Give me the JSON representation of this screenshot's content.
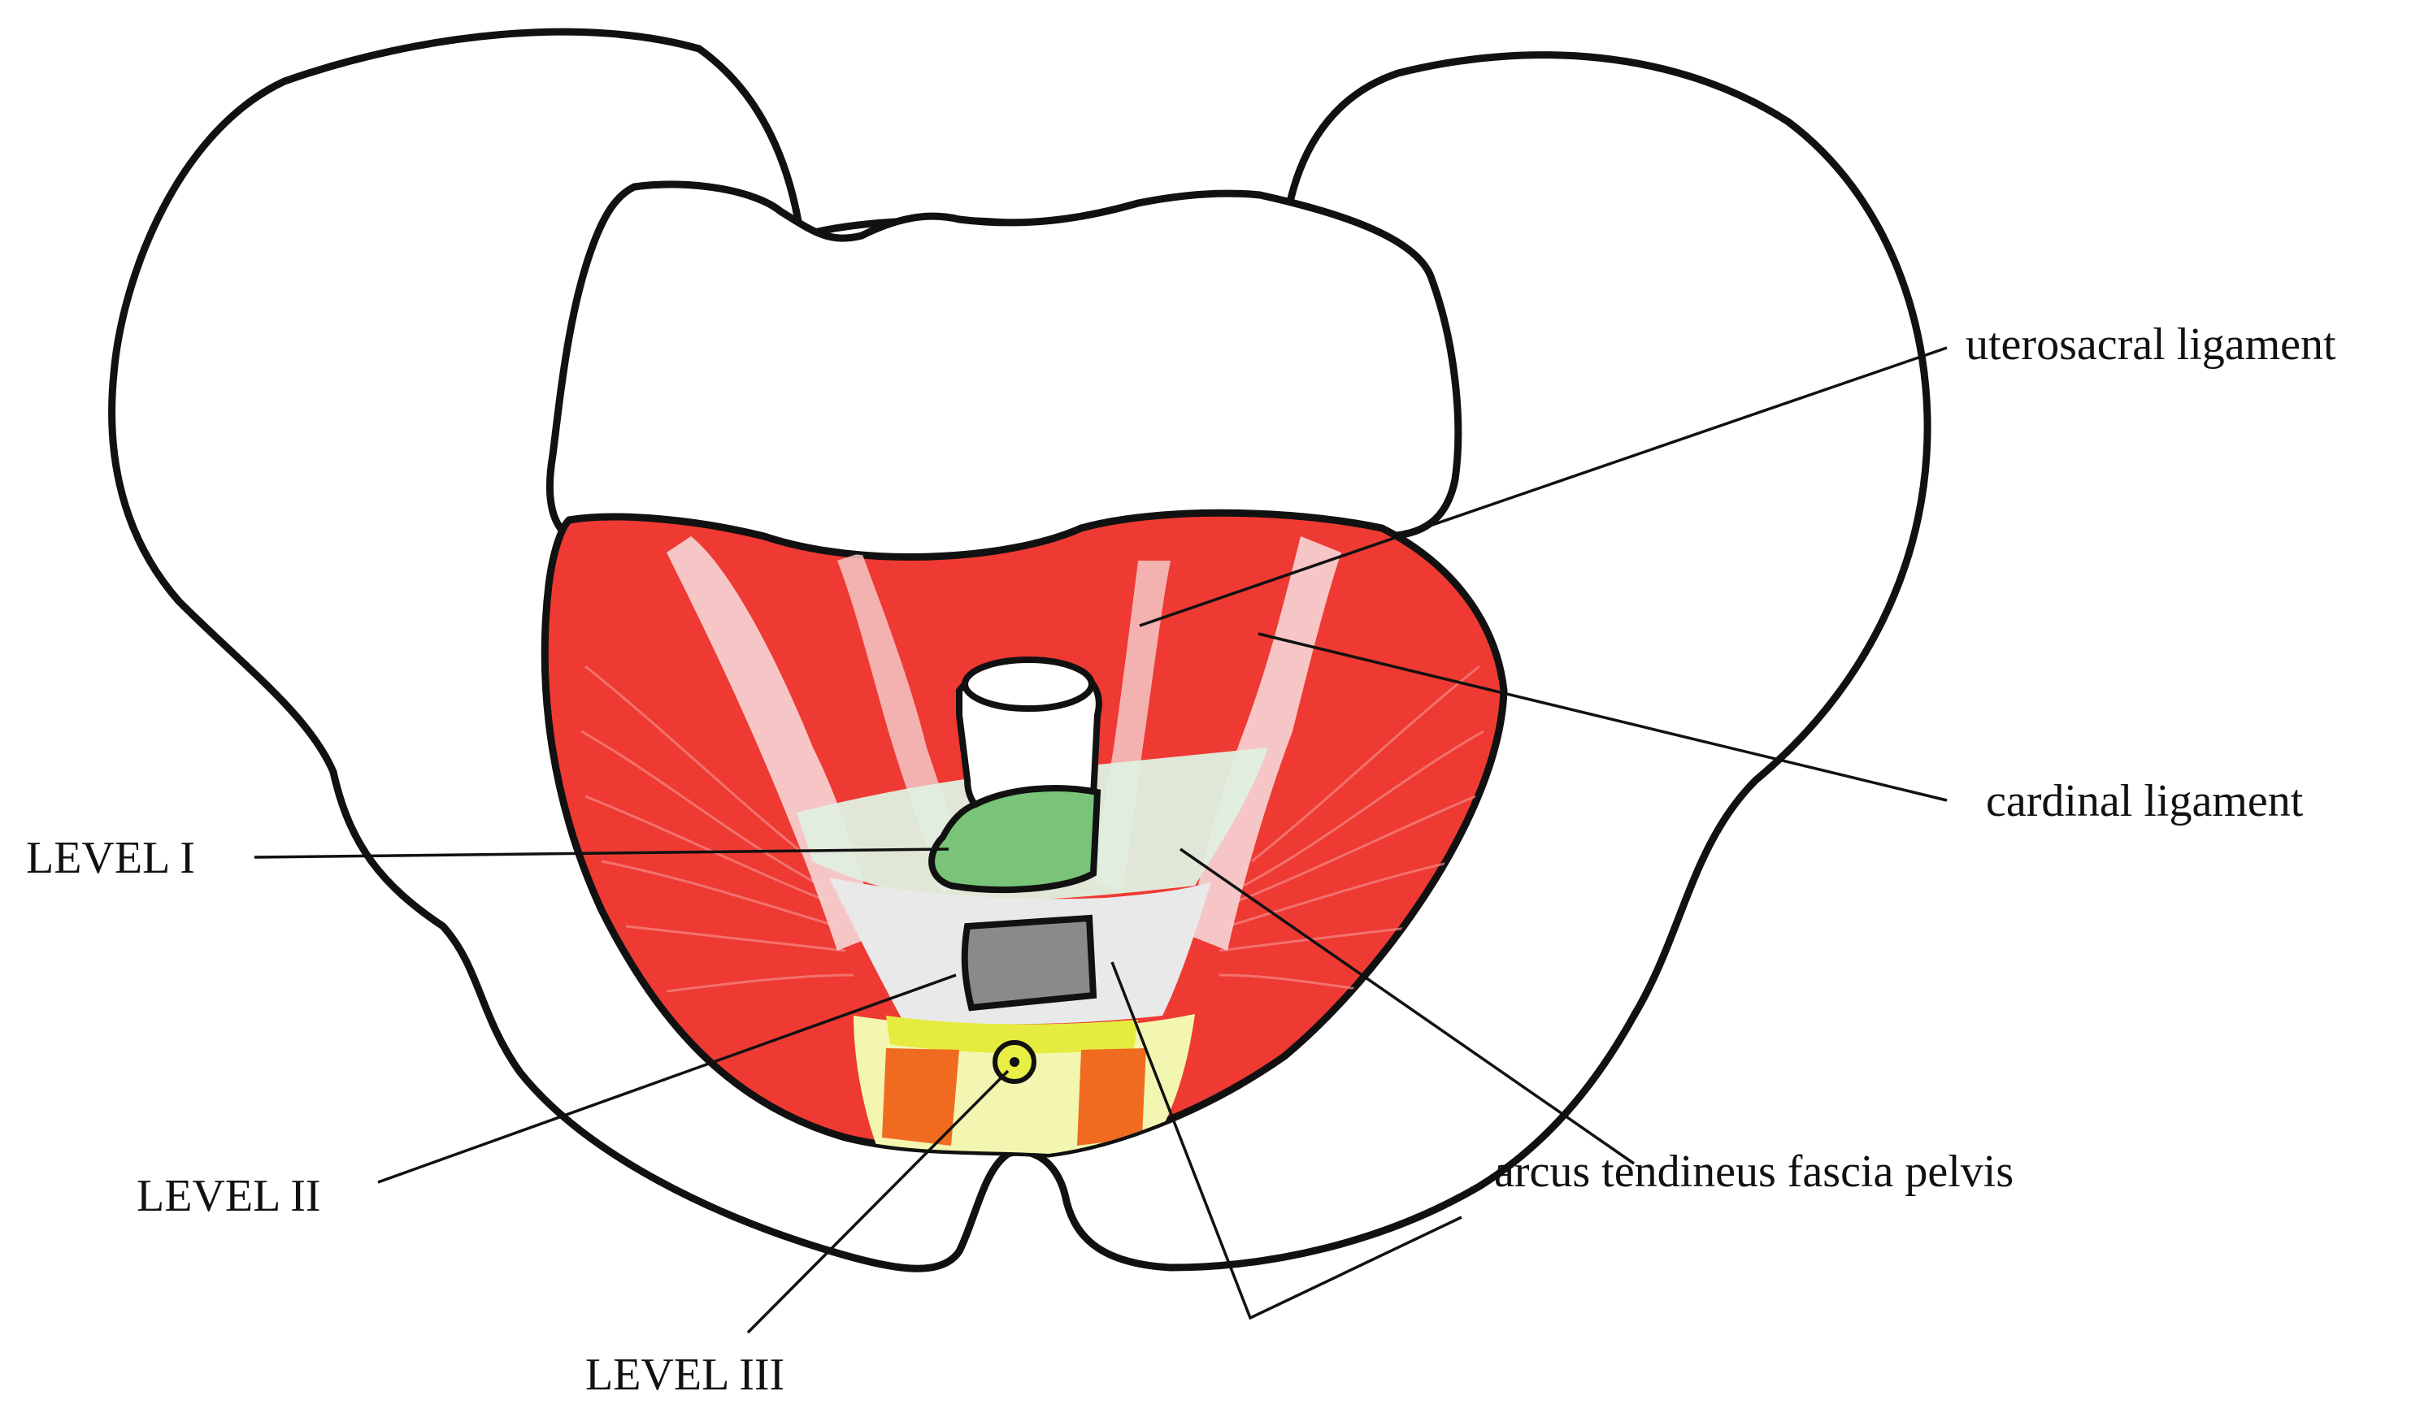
{
  "labels": {
    "uterosacral": "uterosacral ligament",
    "cardinal": "cardinal ligament",
    "level1": "LEVEL I",
    "level2": "LEVEL II",
    "level3": "LEVEL III",
    "arcus": "arcus tendineus fascia pelvis"
  },
  "colors": {
    "muscle": "#ee3a33",
    "ligament": "#f4d0d0",
    "level1": "#79c478",
    "level2": "#8a8a8a",
    "level3": "#e8ee44",
    "perineal": "#f06b1f",
    "outline": "#111111"
  }
}
